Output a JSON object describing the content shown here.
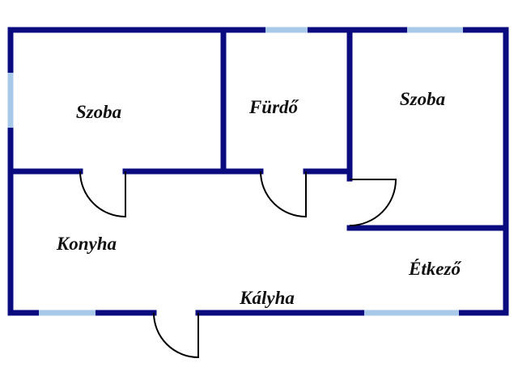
{
  "colors": {
    "wall": "#0b0b80",
    "window": "#a9c9ea",
    "door": "#000000"
  },
  "rooms": {
    "room_left": "Szoba",
    "bathroom": "Fürdő",
    "room_right": "Szoba",
    "kitchen": "Konyha",
    "dining": "Étkező",
    "stove": "Kályha"
  }
}
